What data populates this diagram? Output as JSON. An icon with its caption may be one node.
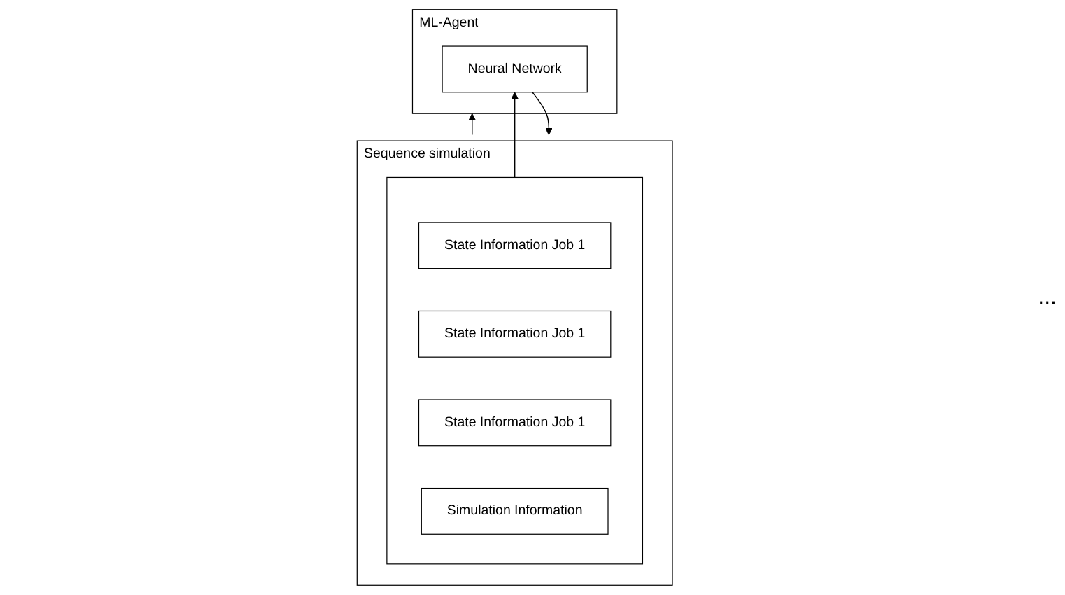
{
  "diagram": {
    "nodes": [
      {
        "text": [
          "ML-Agent"
        ]
      },
      {
        "text": [
          "Neural Network"
        ],
        "in": 0
      },
      {
        "text": [
          "Sequence simulation"
        ]
      },
      {
        "text": [],
        "shape": "box",
        "in": 2
      },
      {
        "text": [
          "State Information Job 1"
        ],
        "in": 3
      },
      {
        "text": [
          "State Information Job 1"
        ],
        "in": 3
      },
      {
        "text": [
          "State Information Job 1"
        ],
        "in": 3
      },
      {
        "text": [
          "Simulation Information"
        ],
        "in": 3
      }
    ],
    "edges": [
      {
        "from": 2,
        "to": 0,
        "arrow": "to"
      },
      {
        "from": 3,
        "to": 1,
        "arrow": "to"
      },
      {
        "from": 1,
        "to": 2,
        "arrow": "to"
      }
    ],
    "labels": [
      "..."
    ]
  }
}
